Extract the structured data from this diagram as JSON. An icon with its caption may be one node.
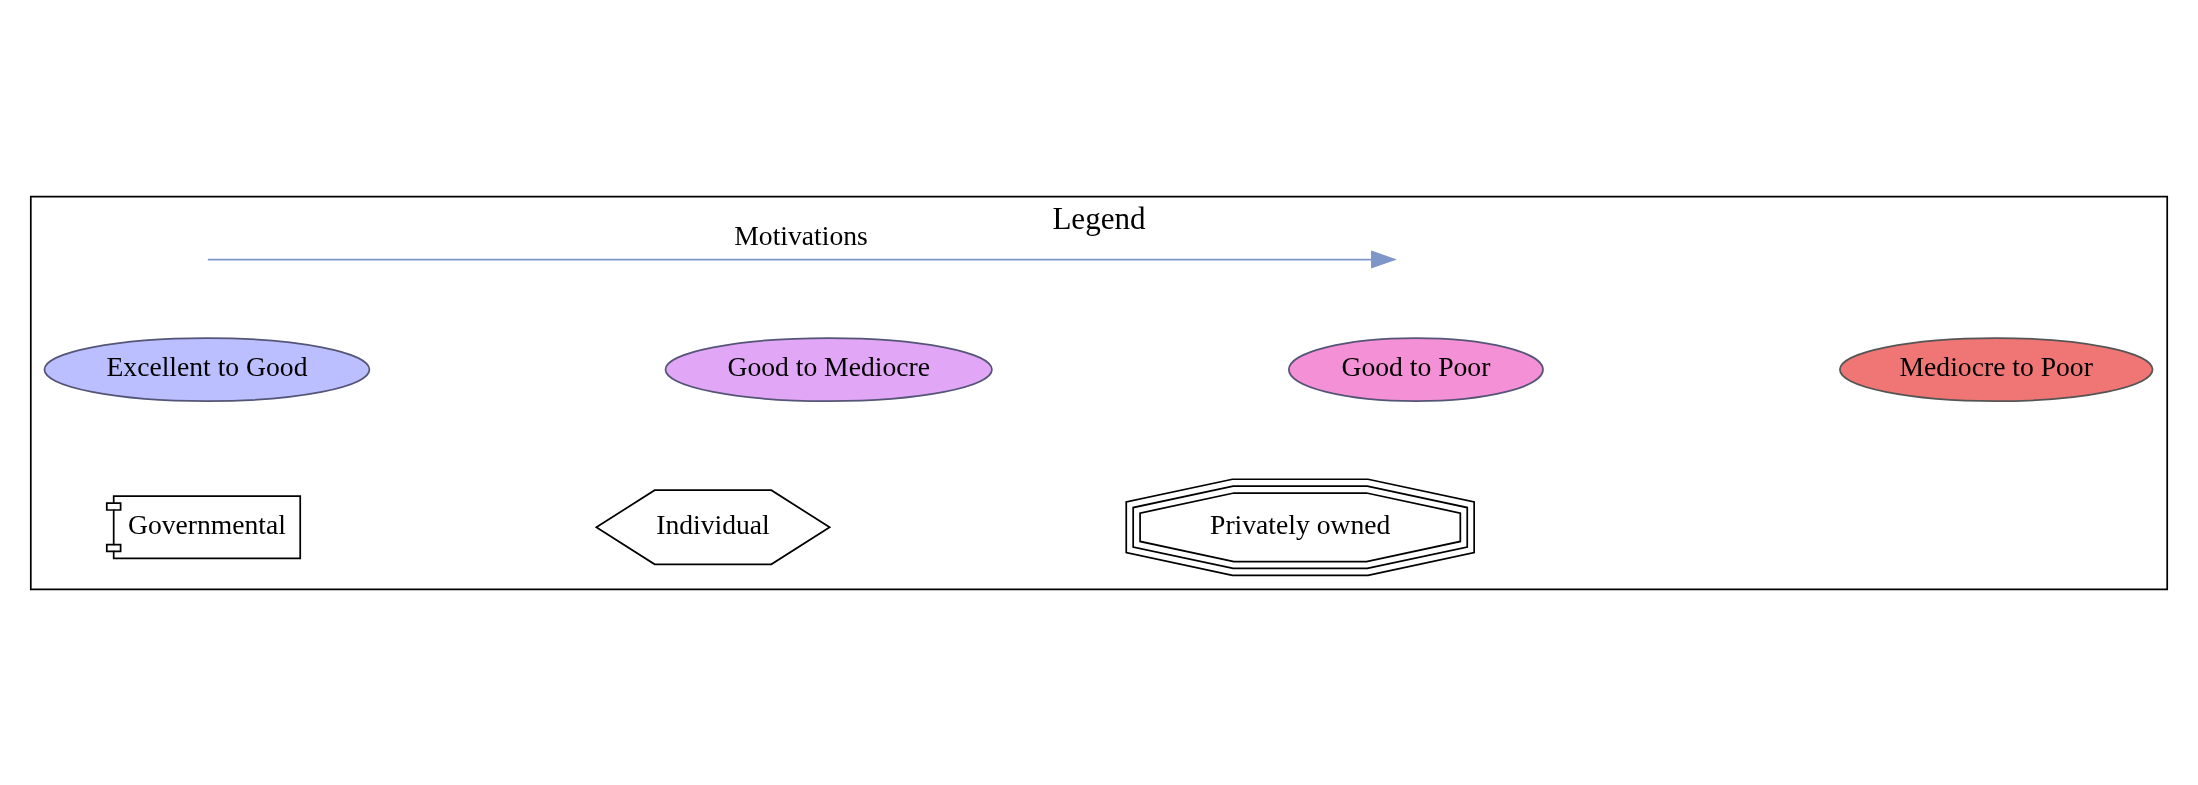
{
  "diagram": {
    "nodes": [
      {
        "text": [
          "Legend"
        ]
      },
      {
        "text": [
          "Excellent to Good"
        ],
        "in": 0
      },
      {
        "text": [
          "Good to Mediocre"
        ],
        "in": 0
      },
      {
        "text": [
          "Good to Poor"
        ],
        "in": 0
      },
      {
        "text": [
          "Mediocre to Poor"
        ],
        "in": 0
      },
      {
        "text": [
          "Governmental"
        ],
        "in": 0
      },
      {
        "text": [
          "Individual"
        ],
        "in": 0
      },
      {
        "text": [
          "Privately owned"
        ],
        "in": 0
      }
    ],
    "edges": [],
    "legend": [
      {
        "text": "Motivations"
      }
    ]
  }
}
